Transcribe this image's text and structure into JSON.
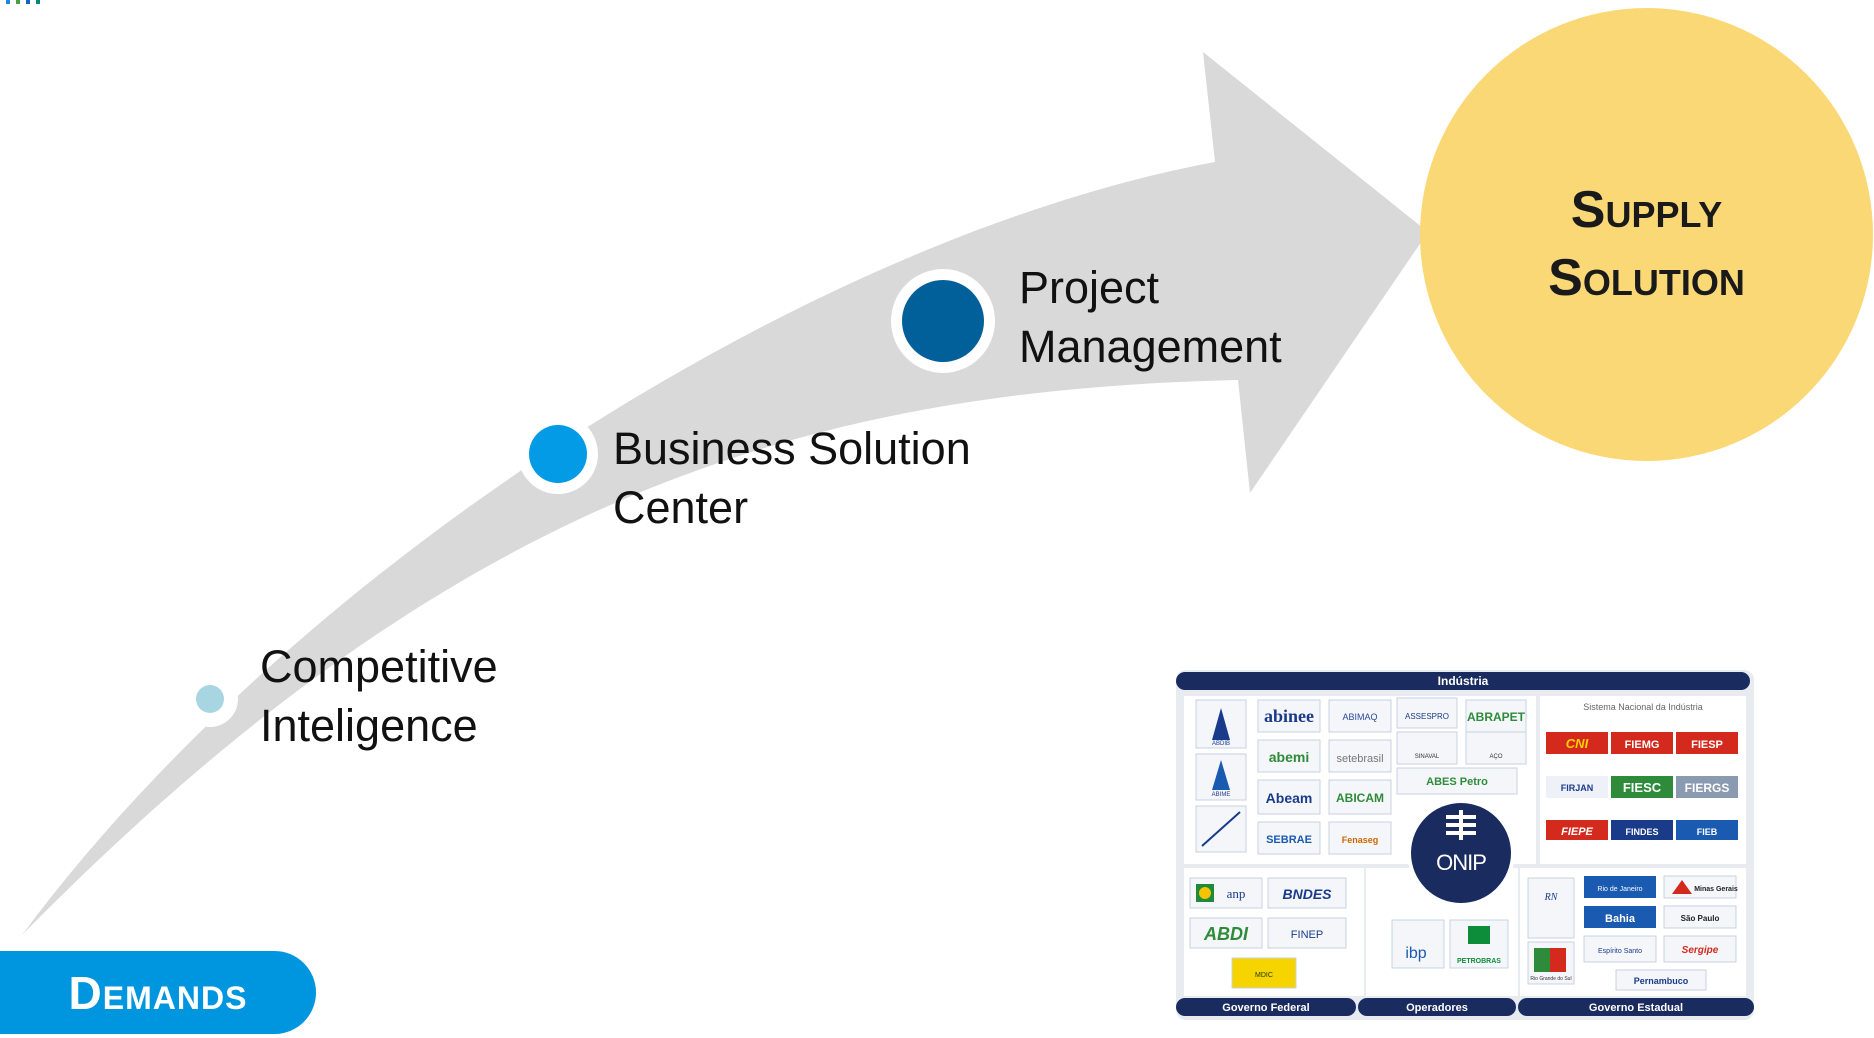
{
  "colors": {
    "arrow": "#d9d9d9",
    "circle_competitive": "#a8d5e2",
    "circle_business": "#039be5",
    "circle_project": "#01609a",
    "supply": "#fbd876",
    "demands": "#0096df",
    "panel_header": "#1a2b5f"
  },
  "stages": [
    {
      "name": "Competitive",
      "name2": "Inteligence"
    },
    {
      "name": "Business Solution",
      "name2": "Center"
    },
    {
      "name": "Project",
      "name2": "Management"
    }
  ],
  "supply": {
    "line1": "Supply",
    "line2": "Solution"
  },
  "demands": {
    "label": "Demands"
  },
  "panel": {
    "top": "Indústria",
    "sni": "Sistema Nacional da Indústria",
    "center": "ONIP",
    "bottom": [
      "Governo Federal",
      "Operadores",
      "Governo Estadual"
    ],
    "industry_logos": [
      "ABDIB",
      "abinee",
      "ABIMAQ",
      "ASSESPRO",
      "ABRAPET",
      "SINAVAL",
      "AÇO",
      "abemi",
      "setebrasil",
      "ABIME",
      "ABES Petro",
      "Abeam",
      "ABICAM",
      "SEBRAE",
      "Fenaseg"
    ],
    "sni_logos": [
      "CNI",
      "FIEMG",
      "FIESP",
      "FIRJAN",
      "FIESC",
      "FIERGS",
      "FIEPE",
      "FINDES",
      "FIEB"
    ],
    "federal_logos": [
      "anp",
      "BNDES",
      "ABDI",
      "FINEP",
      "MDIC"
    ],
    "operators_logos": [
      "ibp",
      "PETROBRAS"
    ],
    "state_logos": [
      "RN",
      "Rio de Janeiro",
      "Minas Gerais",
      "Bahia",
      "São Paulo",
      "Rio Grande do Sul",
      "Espírito Santo",
      "Sergipe",
      "Pernambuco"
    ]
  }
}
